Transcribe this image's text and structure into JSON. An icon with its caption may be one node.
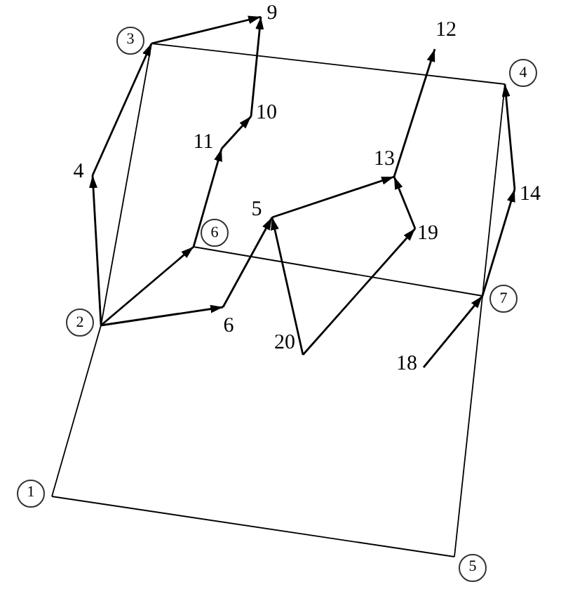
{
  "diagram": {
    "nodes": [
      {
        "text": [
          "9"
        ]
      },
      {
        "text": [
          "12"
        ]
      },
      {
        "text": [
          "3"
        ]
      },
      {
        "text": [
          "4"
        ]
      },
      {
        "text": [
          "10"
        ]
      },
      {
        "text": [
          "11"
        ]
      },
      {
        "text": [
          "13"
        ]
      },
      {
        "text": [
          "4"
        ]
      },
      {
        "text": [
          "14"
        ]
      },
      {
        "text": [
          "5"
        ]
      },
      {
        "text": [
          "6"
        ]
      },
      {
        "text": [
          "19"
        ]
      },
      {
        "text": [
          "7"
        ]
      },
      {
        "text": [
          "2"
        ]
      },
      {
        "text": [
          "6"
        ]
      },
      {
        "text": [
          "20"
        ]
      },
      {
        "text": [
          "18"
        ]
      },
      {
        "text": [
          "1"
        ]
      },
      {
        "text": [
          "5"
        ]
      }
    ],
    "edges": [
      {
        "from": 17,
        "to": 13,
        "arrow": "none"
      },
      {
        "from": 13,
        "to": 2,
        "arrow": "none"
      },
      {
        "from": 2,
        "to": 3,
        "arrow": "none"
      },
      {
        "from": 3,
        "to": 12,
        "arrow": "none"
      },
      {
        "from": 12,
        "to": 18,
        "arrow": "none"
      },
      {
        "from": 18,
        "to": 17,
        "arrow": "none"
      },
      {
        "from": 10,
        "to": 12,
        "arrow": "none"
      },
      {
        "from": 13,
        "to": 7,
        "arrow": "to"
      },
      {
        "from": 7,
        "to": 2,
        "arrow": "to"
      },
      {
        "from": 2,
        "to": 0,
        "arrow": "to"
      },
      {
        "from": 13,
        "to": 10,
        "arrow": "to"
      },
      {
        "from": 10,
        "to": 5,
        "arrow": "to"
      },
      {
        "from": 5,
        "to": 4,
        "arrow": "to"
      },
      {
        "from": 4,
        "to": 0,
        "arrow": "to"
      },
      {
        "from": 13,
        "to": 14,
        "arrow": "to"
      },
      {
        "from": 14,
        "to": 9,
        "arrow": "to"
      },
      {
        "from": 9,
        "to": 6,
        "arrow": "to"
      },
      {
        "from": 6,
        "to": 1,
        "arrow": "to"
      },
      {
        "from": 15,
        "to": 9,
        "arrow": "to"
      },
      {
        "from": 15,
        "to": 11,
        "arrow": "to"
      },
      {
        "from": 11,
        "to": 6,
        "arrow": "to"
      },
      {
        "from": 16,
        "to": 12,
        "arrow": "to"
      },
      {
        "from": 12,
        "to": 8,
        "arrow": "to"
      },
      {
        "from": 8,
        "to": 3,
        "arrow": "to"
      }
    ]
  }
}
